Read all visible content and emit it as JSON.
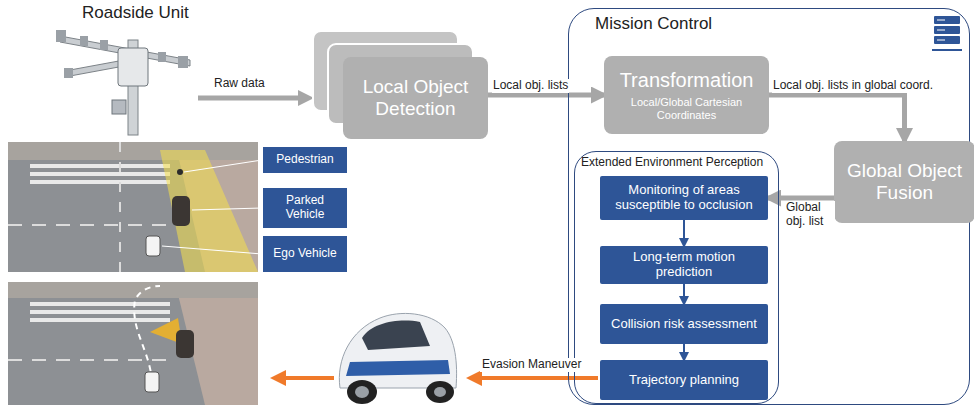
{
  "diagram": {
    "nodes": [
      {
        "text": [
          "Local Object Detection"
        ]
      },
      {
        "text": [
          "Mission Control"
        ]
      },
      {
        "text": [
          "Transformation",
          "Local/Global Cartesian Coordinates"
        ],
        "in": 1
      },
      {
        "text": [
          "Global Object Fusion"
        ],
        "in": 1
      },
      {
        "text": [
          "Extended Environment Perception"
        ],
        "in": 1
      },
      {
        "text": [
          "Monitoring of areas susceptible to occlusion"
        ],
        "in": 4
      },
      {
        "text": [
          "Long-term motion prediction"
        ],
        "in": 4
      },
      {
        "text": [
          "Collision risk assessment"
        ],
        "in": 4
      },
      {
        "text": [
          "Trajectory planning"
        ],
        "in": 4
      },
      {
        "text": [
          "Pedestrian"
        ]
      },
      {
        "text": [
          "Parked Vehicle"
        ]
      },
      {
        "text": [
          "Ego Vehicle"
        ]
      }
    ],
    "edges": [
      {
        "from": 0,
        "to": 2,
        "label": "Local obj. lists",
        "arrow": "to"
      },
      {
        "from": 2,
        "to": 3,
        "label": "Local obj. lists in global coord.",
        "arrow": "to"
      },
      {
        "from": 3,
        "to": 5,
        "label": "Global obj. list",
        "arrow": "to"
      },
      {
        "from": 5,
        "to": 6,
        "arrow": "to"
      },
      {
        "from": 6,
        "to": 7,
        "arrow": "to"
      },
      {
        "from": 7,
        "to": 8,
        "arrow": "to"
      }
    ],
    "labels": [
      "Roadside Unit",
      "Raw data",
      "Evasion Maneuver"
    ]
  }
}
